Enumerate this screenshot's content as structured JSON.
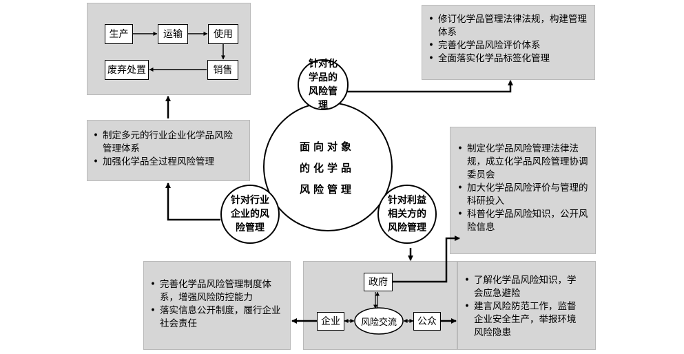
{
  "lifecycle": {
    "production": "生产",
    "transport": "运输",
    "use": "使用",
    "sales": "销售",
    "disposal": "废弃处置"
  },
  "chemical_measures": [
    "修订化学品管理法律法规，构建管理体系",
    "完善化学品风险评价体系",
    "全面落实化学品标签化管理"
  ],
  "industry_measures": [
    "制定多元的行业企业化学品风险管理体系",
    "加强化学品全过程风险管理"
  ],
  "center": {
    "line1": "面向对象",
    "line2": "的化学品",
    "line3": "风险管理"
  },
  "circles": {
    "chemical": "针对化学品的风险管理",
    "industry": "针对行业企业的风险管理",
    "stakeholder": "针对利益相关方的风险管理"
  },
  "government_measures": [
    "制定化学品风险管理法律法规，成立化学品风险管理协调委员会",
    "加大化学品风险评价与管理的科研投入",
    "科普化学品风险知识，公开风险信息"
  ],
  "enterprise_measures": [
    "完善化学品风险管理制度体系，增强风险防控能力",
    "落实信息公开制度，履行企业社会责任"
  ],
  "public_measures": [
    "了解化学品风险知识，学会应急避险",
    "建言风险防范工作，监督企业安全生产，举报环境风险隐患"
  ],
  "communication": {
    "government": "政府",
    "enterprise": "企业",
    "public": "公众",
    "exchange": "风险交流"
  }
}
